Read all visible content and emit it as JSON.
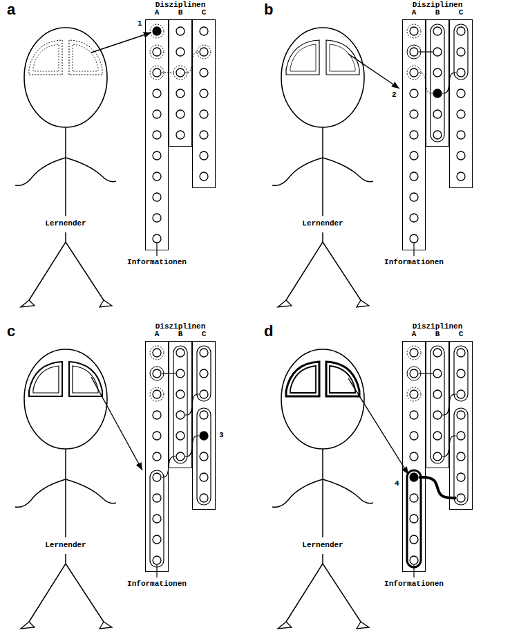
{
  "diagram": {
    "nodes": [
      {
        "text": [
          "A"
        ]
      },
      {
        "text": [
          "B"
        ]
      },
      {
        "text": [
          "C"
        ]
      },
      {
        "text": [
          "A"
        ]
      },
      {
        "text": [
          "B"
        ]
      },
      {
        "text": [
          "C"
        ]
      },
      {
        "text": [
          "A"
        ]
      },
      {
        "text": [
          "B"
        ]
      },
      {
        "text": [
          "C"
        ]
      },
      {
        "text": [
          "A"
        ]
      },
      {
        "text": [
          "B"
        ]
      },
      {
        "text": [
          "C"
        ]
      }
    ],
    "labels": [
      "a",
      "Disziplinen",
      "Lernender",
      "Informationen",
      "1",
      "b",
      "Disziplinen",
      "Lernender",
      "Informationen",
      "2",
      "c",
      "Disziplinen",
      "Lernender",
      "Informationen",
      "3",
      "d",
      "Disziplinen",
      "Lernender",
      "Informationen",
      "4"
    ]
  }
}
